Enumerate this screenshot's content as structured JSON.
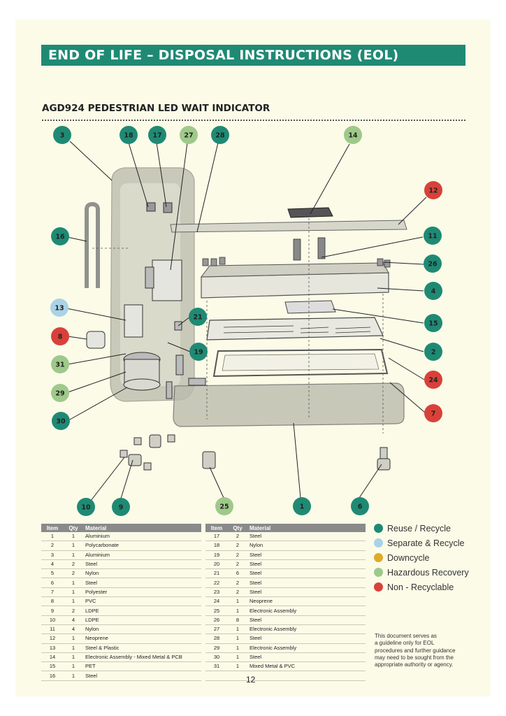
{
  "title": "END OF LIFE – DISPOSAL INSTRUCTIONS (EOL)",
  "subtitle": "AGD924 PEDESTRIAN LED WAIT INDICATOR",
  "colors": {
    "reuse": "#1f8a74",
    "separate": "#a9d3e6",
    "downcycle": "#e0a92a",
    "hazardous": "#9fc98a",
    "nonrecyclable": "#d8413a"
  },
  "callouts": [
    {
      "label": "3",
      "category": "reuse"
    },
    {
      "label": "18",
      "category": "reuse"
    },
    {
      "label": "17",
      "category": "reuse"
    },
    {
      "label": "27",
      "category": "hazardous"
    },
    {
      "label": "28",
      "category": "reuse"
    },
    {
      "label": "14",
      "category": "hazardous"
    },
    {
      "label": "12",
      "category": "nonrecyclable"
    },
    {
      "label": "16",
      "category": "reuse"
    },
    {
      "label": "11",
      "category": "reuse"
    },
    {
      "label": "26",
      "category": "reuse"
    },
    {
      "label": "4",
      "category": "reuse"
    },
    {
      "label": "13",
      "category": "separate"
    },
    {
      "label": "21",
      "category": "reuse"
    },
    {
      "label": "15",
      "category": "reuse"
    },
    {
      "label": "8",
      "category": "nonrecyclable"
    },
    {
      "label": "19",
      "category": "reuse"
    },
    {
      "label": "2",
      "category": "reuse"
    },
    {
      "label": "31",
      "category": "hazardous"
    },
    {
      "label": "24",
      "category": "nonrecyclable"
    },
    {
      "label": "29",
      "category": "hazardous"
    },
    {
      "label": "7",
      "category": "nonrecyclable"
    },
    {
      "label": "30",
      "category": "reuse"
    },
    {
      "label": "10",
      "category": "reuse"
    },
    {
      "label": "9",
      "category": "reuse"
    },
    {
      "label": "25",
      "category": "hazardous"
    },
    {
      "label": "1",
      "category": "reuse"
    },
    {
      "label": "6",
      "category": "reuse"
    }
  ],
  "table_headers": {
    "item": "Item",
    "qty": "Qty",
    "material": "Material"
  },
  "table_left": [
    [
      "1",
      "1",
      "Aluminium"
    ],
    [
      "2",
      "1",
      "Polycarbonate"
    ],
    [
      "3",
      "1",
      "Aluminium"
    ],
    [
      "4",
      "2",
      "Steel"
    ],
    [
      "5",
      "2",
      "Nylon"
    ],
    [
      "6",
      "1",
      "Steel"
    ],
    [
      "7",
      "1",
      "Polyester"
    ],
    [
      "8",
      "1",
      "PVC"
    ],
    [
      "9",
      "2",
      "LDPE"
    ],
    [
      "10",
      "4",
      "LDPE"
    ],
    [
      "11",
      "4",
      "Nylon"
    ],
    [
      "12",
      "1",
      "Neoprene"
    ],
    [
      "13",
      "1",
      "Steel & Plastic"
    ],
    [
      "14",
      "1",
      "Electronic Assembly - Mixed Metal & PCB"
    ],
    [
      "15",
      "1",
      "PET"
    ],
    [
      "16",
      "1",
      "Steel"
    ]
  ],
  "table_right": [
    [
      "17",
      "2",
      "Steel"
    ],
    [
      "18",
      "2",
      "Nylon"
    ],
    [
      "19",
      "2",
      "Steel"
    ],
    [
      "20",
      "2",
      "Steel"
    ],
    [
      "21",
      "6",
      "Steel"
    ],
    [
      "22",
      "2",
      "Steel"
    ],
    [
      "23",
      "2",
      "Steel"
    ],
    [
      "24",
      "1",
      "Neoprene"
    ],
    [
      "25",
      "1",
      "Electronic Assembly"
    ],
    [
      "26",
      "8",
      "Steel"
    ],
    [
      "27",
      "1",
      "Electronic Assembly"
    ],
    [
      "28",
      "1",
      "Steel"
    ],
    [
      "29",
      "1",
      "Electronic Assembly"
    ],
    [
      "30",
      "1",
      "Steel"
    ],
    [
      "31",
      "1",
      "Mixed Metal & PVC"
    ],
    [
      "",
      "",
      ""
    ]
  ],
  "legend": [
    {
      "label": "Reuse / Recycle",
      "color": "#1f8a74"
    },
    {
      "label": "Separate & Recycle",
      "color": "#a9d3e6"
    },
    {
      "label": "Downcycle",
      "color": "#e0a92a"
    },
    {
      "label": "Hazardous Recovery",
      "color": "#9fc98a"
    },
    {
      "label": "Non - Recyclable",
      "color": "#d8413a"
    }
  ],
  "note_lines": [
    "This document serves as",
    "a guideline only for EOL",
    "procedures and further guidance",
    "may need to be sought from the",
    "appropriate authority or agency."
  ],
  "page_number": "12"
}
